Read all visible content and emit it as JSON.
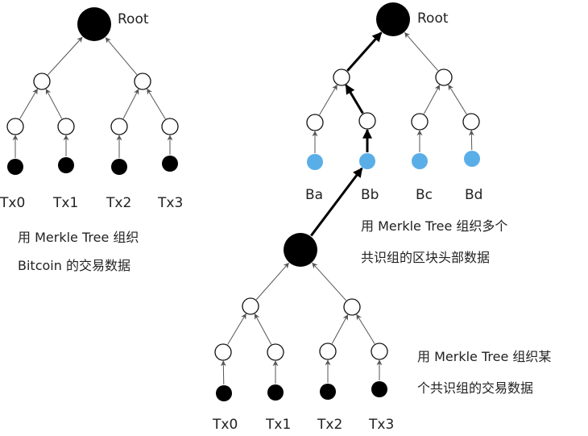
{
  "colors": {
    "ink": "#000000",
    "line": "#555555",
    "highlight": "#5aaee8",
    "text": "#222222"
  },
  "left_tree": {
    "root_label": "Root",
    "leaf_labels": [
      "Tx0",
      "Tx1",
      "Tx2",
      "Tx3"
    ],
    "caption_lines": [
      "用 Merkle Tree 组织",
      "Bitcoin 的交易数据"
    ]
  },
  "right_tree": {
    "root_label": "Root",
    "leaf_labels": [
      "Ba",
      "Bb",
      "Bc",
      "Bd"
    ],
    "caption_lines": [
      "用 Merkle Tree 组织多个",
      "共识组的区块头部数据"
    ]
  },
  "bottom_tree": {
    "leaf_labels": [
      "Tx0",
      "Tx1",
      "Tx2",
      "Tx3"
    ],
    "caption_lines": [
      "用 Merkle Tree 组织某",
      "个共识组的交易数据"
    ]
  }
}
